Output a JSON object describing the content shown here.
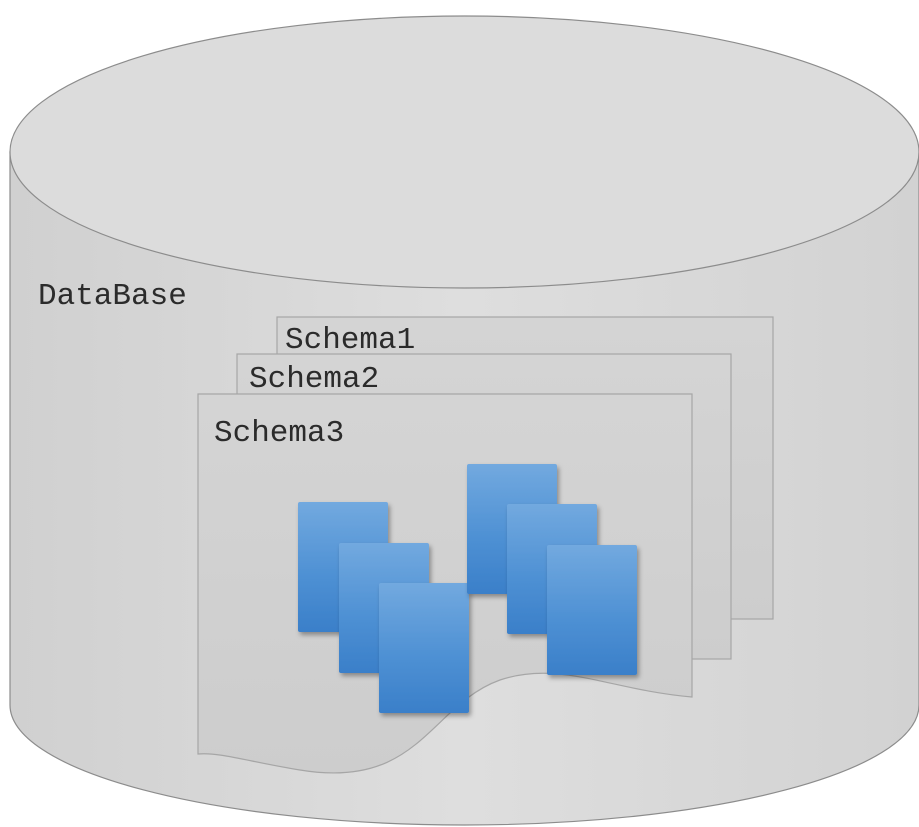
{
  "database": {
    "label": "DataBase"
  },
  "schemas": [
    {
      "label": "Schema1"
    },
    {
      "label": "Schema2"
    },
    {
      "label": "Schema3"
    }
  ],
  "colors": {
    "cylinder_body": "#d9d9d9",
    "cylinder_top": "#dcdcdc",
    "cylinder_stroke": "#8c8c8c",
    "sheet_fill": "#d2d2d2",
    "sheet_stroke": "#a6a6a6",
    "table_light": "#6ea6de",
    "table_dark": "#3d82cc",
    "text": "#2b2b2b"
  }
}
